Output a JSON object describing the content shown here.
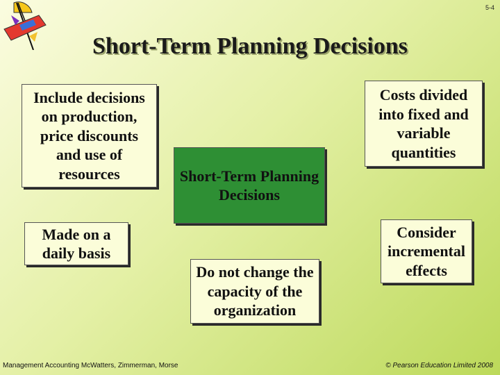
{
  "slide_number": "5-4",
  "title": "Short-Term Planning Decisions",
  "boxes": {
    "top_left": "Include decisions on production, price discounts and use of resources",
    "mid_left": "Made on a daily basis",
    "center": "Short-Term Planning Decisions",
    "bottom_center": "Do not change the capacity of the organization",
    "top_right": "Costs divided into fixed and variable quantities",
    "mid_right": "Consider incremental effects"
  },
  "footer": {
    "left": "Management Accounting McWatters, Zimmerman, Morse",
    "right": "© Pearson Education Limited 2008"
  },
  "colors": {
    "box_fill": "#fbfdd9",
    "center_fill": "#2e8f34",
    "background_light": "#fbfce0",
    "background_dark": "#bcd95a"
  },
  "logo": {
    "icon": "compass-pencil-logo-icon"
  }
}
